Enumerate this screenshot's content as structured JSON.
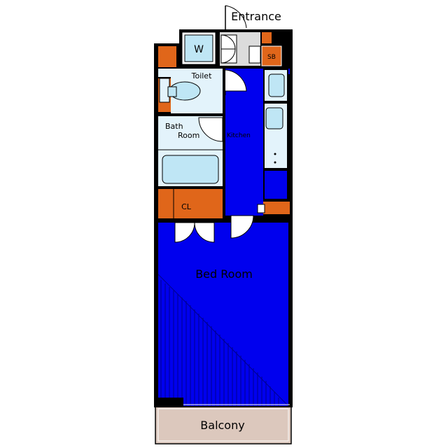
{
  "labels": {
    "entrance": "Entrance",
    "washer": "W",
    "shoe_box": "SB",
    "toilet": "Toilet",
    "bath_line1": "Bath",
    "bath_line2": "Room",
    "kitchen": "Kitchen",
    "closet": "CL",
    "bedroom": "Bed Room",
    "balcony": "Balcony"
  },
  "colors": {
    "floor_blue": "#0000ee",
    "wet_area": "#e3f3fb",
    "storage_orange": "#e0661a",
    "balcony": "#dcc8bd",
    "wall": "#000000",
    "floor_gray": "#dcdcdc",
    "fixture": "#bfe6f5"
  }
}
